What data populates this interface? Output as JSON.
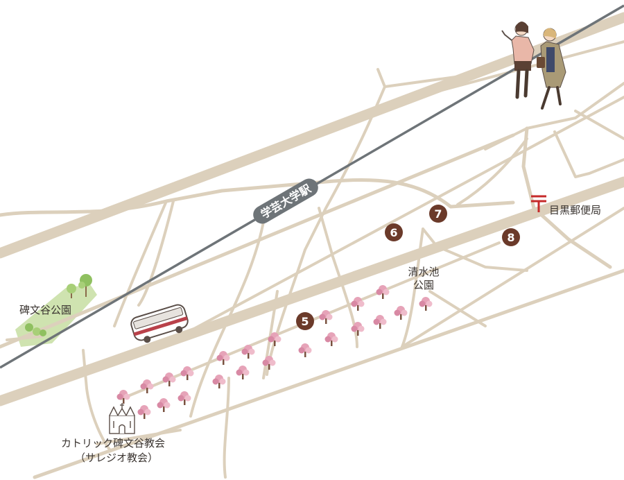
{
  "station": {
    "label": "学芸大学駅"
  },
  "places": {
    "park_himonya": "碑文谷公園",
    "park_shimizuike_line1": "清水池",
    "park_shimizuike_line2": "公園",
    "post_office": "目黒郵便局",
    "church_line1": "カトリック碑文谷教会",
    "church_line2": "（サレジオ教会）"
  },
  "markers": [
    "5",
    "6",
    "7",
    "8"
  ],
  "icons": [
    "post-office-icon",
    "church-icon",
    "bus-icon",
    "tree-icon",
    "cherry-blossom-icon",
    "pedestrians-illustration"
  ],
  "colors": {
    "road": "#dcd0bc",
    "railway": "#6e7478",
    "marker": "#6b3a2a",
    "park": "#cfe3b0",
    "post": "#c62a2a",
    "blossom": "#e6a3b8"
  }
}
